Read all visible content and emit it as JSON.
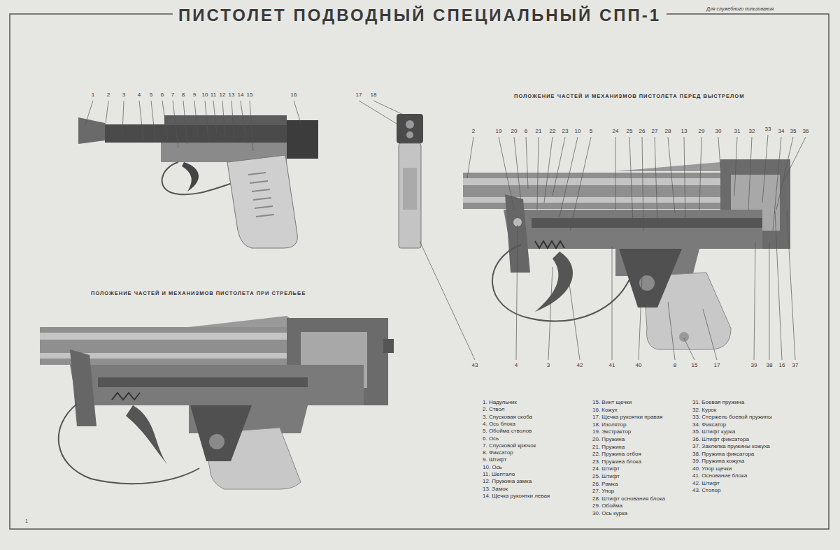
{
  "diagram": {
    "title": "ПИСТОЛЕТ ПОДВОДНЫЙ СПЕЦИАЛЬНЫЙ СПП-1",
    "labels": [
      "Для служебного пользования",
      "ПОЛОЖЕНИЕ ЧАСТЕЙ И МЕХАНИЗМОВ ПИСТОЛЕТА ПЕРЕД ВЫСТРЕЛОМ",
      "ПОЛОЖЕНИЕ ЧАСТЕЙ И МЕХАНИЗМОВ ПИСТОЛЕТА ПРИ СТРЕЛЬБЕ",
      "1",
      "2",
      "3",
      "4",
      "5",
      "6",
      "7",
      "8",
      "9",
      "10",
      "11",
      "12",
      "13",
      "14",
      "15",
      "16",
      "17",
      "18",
      "43",
      "2",
      "19",
      "20",
      "6",
      "21",
      "22",
      "23",
      "10",
      "5",
      "24",
      "25",
      "26",
      "27",
      "28",
      "13",
      "29",
      "30",
      "31",
      "32",
      "33",
      "34",
      "35",
      "36",
      "4",
      "3",
      "42",
      "41",
      "40",
      "8",
      "15",
      "17",
      "39",
      "38",
      "16",
      "37",
      "1",
      "1. Надульник",
      "2. Ствол",
      "3. Спусковая скоба",
      "4. Ось блока",
      "5. Обойма стволов",
      "6. Ось",
      "7. Спусковой крючок",
      "8. Фиксатор",
      "9. Штифт",
      "10. Ось",
      "11. Шептало",
      "12. Пружина замка",
      "13. Замок",
      "14. Щечка рукоятки левая",
      "15. Винт щечки",
      "16. Кожух",
      "17. Щечка рукоятки правая",
      "18. Изолятор",
      "19. Экстрактор",
      "20. Пружина",
      "21. Пружина",
      "22. Пружина отбоя",
      "23. Пружина блока",
      "24. Штифт",
      "25. Штифт",
      "26. Рамка",
      "27. Упор",
      "28. Штифт основания блока",
      "29. Обойма",
      "30. Ось курка",
      "31. Боевая пружина",
      "32. Курок",
      "33. Стержень боевой пружины",
      "34. Фиксатор",
      "35. Штифт курка",
      "36. Штифт фиксатора",
      "37. Заклепка пружины кожуха",
      "38. Пружина фиксатора",
      "39. Пружина кожуха",
      "40. Упор щечки",
      "41. Основание блока",
      "42. Штифт",
      "43. Стопор"
    ]
  }
}
